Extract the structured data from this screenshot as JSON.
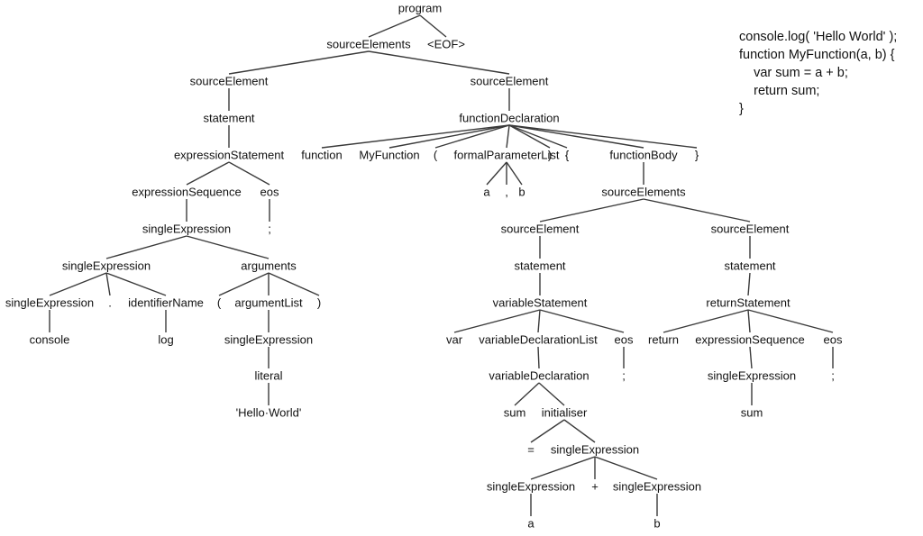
{
  "diagram": {
    "nodes": [
      {
        "id": "n1",
        "label": "program"
      },
      {
        "id": "n2",
        "label": "sourceElements"
      },
      {
        "id": "n3",
        "label": "<EOF>"
      },
      {
        "id": "n4",
        "label": "sourceElement"
      },
      {
        "id": "n5",
        "label": "sourceElement"
      },
      {
        "id": "n6",
        "label": "statement"
      },
      {
        "id": "n7",
        "label": "expressionStatement"
      },
      {
        "id": "n8",
        "label": "expressionSequence"
      },
      {
        "id": "n9",
        "label": "eos"
      },
      {
        "id": "n10",
        "label": "singleExpression"
      },
      {
        "id": "n11",
        "label": ";"
      },
      {
        "id": "n12",
        "label": "singleExpression"
      },
      {
        "id": "n13",
        "label": "arguments"
      },
      {
        "id": "n14",
        "label": "singleExpression"
      },
      {
        "id": "n15",
        "label": "."
      },
      {
        "id": "n16",
        "label": "identifierName"
      },
      {
        "id": "n17",
        "label": "console"
      },
      {
        "id": "n18",
        "label": "log"
      },
      {
        "id": "n19",
        "label": "("
      },
      {
        "id": "n20",
        "label": "argumentList"
      },
      {
        "id": "n21",
        "label": ")"
      },
      {
        "id": "n22",
        "label": "singleExpression"
      },
      {
        "id": "n23",
        "label": "literal"
      },
      {
        "id": "n24",
        "label": "'Hello·World'"
      },
      {
        "id": "n25",
        "label": "functionDeclaration"
      },
      {
        "id": "n26",
        "label": "function"
      },
      {
        "id": "n27",
        "label": "MyFunction"
      },
      {
        "id": "n28",
        "label": "("
      },
      {
        "id": "n29",
        "label": "formalParameterList"
      },
      {
        "id": "n30",
        "label": ")"
      },
      {
        "id": "n31",
        "label": "{"
      },
      {
        "id": "n32",
        "label": "functionBody"
      },
      {
        "id": "n33",
        "label": "}"
      },
      {
        "id": "n34",
        "label": "a"
      },
      {
        "id": "n35",
        "label": ","
      },
      {
        "id": "n36",
        "label": "b"
      },
      {
        "id": "n37",
        "label": "sourceElements"
      },
      {
        "id": "n38",
        "label": "sourceElement"
      },
      {
        "id": "n39",
        "label": "sourceElement"
      },
      {
        "id": "n40",
        "label": "statement"
      },
      {
        "id": "n41",
        "label": "statement"
      },
      {
        "id": "n42",
        "label": "variableStatement"
      },
      {
        "id": "n43",
        "label": "returnStatement"
      },
      {
        "id": "n44",
        "label": "var"
      },
      {
        "id": "n45",
        "label": "variableDeclarationList"
      },
      {
        "id": "n46",
        "label": "eos"
      },
      {
        "id": "n47",
        "label": "variableDeclaration"
      },
      {
        "id": "n48",
        "label": ";"
      },
      {
        "id": "n49",
        "label": "sum"
      },
      {
        "id": "n50",
        "label": "initialiser"
      },
      {
        "id": "n51",
        "label": "="
      },
      {
        "id": "n52",
        "label": "singleExpression"
      },
      {
        "id": "n53",
        "label": "singleExpression"
      },
      {
        "id": "n54",
        "label": "+"
      },
      {
        "id": "n55",
        "label": "singleExpression"
      },
      {
        "id": "n56",
        "label": "a"
      },
      {
        "id": "n57",
        "label": "b"
      },
      {
        "id": "n58",
        "label": "return"
      },
      {
        "id": "n59",
        "label": "expressionSequence"
      },
      {
        "id": "n60",
        "label": "eos"
      },
      {
        "id": "n61",
        "label": "singleExpression"
      },
      {
        "id": "n62",
        "label": ";"
      },
      {
        "id": "n63",
        "label": "sum"
      }
    ],
    "edges": [
      [
        "n1",
        "n2"
      ],
      [
        "n1",
        "n3"
      ],
      [
        "n2",
        "n4"
      ],
      [
        "n2",
        "n5"
      ],
      [
        "n4",
        "n6"
      ],
      [
        "n6",
        "n7"
      ],
      [
        "n7",
        "n8"
      ],
      [
        "n7",
        "n9"
      ],
      [
        "n8",
        "n10"
      ],
      [
        "n9",
        "n11"
      ],
      [
        "n10",
        "n12"
      ],
      [
        "n10",
        "n13"
      ],
      [
        "n12",
        "n14"
      ],
      [
        "n12",
        "n15"
      ],
      [
        "n12",
        "n16"
      ],
      [
        "n14",
        "n17"
      ],
      [
        "n16",
        "n18"
      ],
      [
        "n13",
        "n19"
      ],
      [
        "n13",
        "n20"
      ],
      [
        "n13",
        "n21"
      ],
      [
        "n20",
        "n22"
      ],
      [
        "n22",
        "n23"
      ],
      [
        "n23",
        "n24"
      ],
      [
        "n5",
        "n25"
      ],
      [
        "n25",
        "n26"
      ],
      [
        "n25",
        "n27"
      ],
      [
        "n25",
        "n28"
      ],
      [
        "n25",
        "n29"
      ],
      [
        "n25",
        "n30"
      ],
      [
        "n25",
        "n31"
      ],
      [
        "n25",
        "n32"
      ],
      [
        "n25",
        "n33"
      ],
      [
        "n29",
        "n34"
      ],
      [
        "n29",
        "n35"
      ],
      [
        "n29",
        "n36"
      ],
      [
        "n32",
        "n37"
      ],
      [
        "n37",
        "n38"
      ],
      [
        "n37",
        "n39"
      ],
      [
        "n38",
        "n40"
      ],
      [
        "n40",
        "n42"
      ],
      [
        "n42",
        "n44"
      ],
      [
        "n42",
        "n45"
      ],
      [
        "n42",
        "n46"
      ],
      [
        "n45",
        "n47"
      ],
      [
        "n46",
        "n48"
      ],
      [
        "n47",
        "n49"
      ],
      [
        "n47",
        "n50"
      ],
      [
        "n50",
        "n51"
      ],
      [
        "n50",
        "n52"
      ],
      [
        "n52",
        "n53"
      ],
      [
        "n52",
        "n54"
      ],
      [
        "n52",
        "n55"
      ],
      [
        "n53",
        "n56"
      ],
      [
        "n55",
        "n57"
      ],
      [
        "n39",
        "n41"
      ],
      [
        "n41",
        "n43"
      ],
      [
        "n43",
        "n58"
      ],
      [
        "n43",
        "n59"
      ],
      [
        "n43",
        "n60"
      ],
      [
        "n59",
        "n61"
      ],
      [
        "n60",
        "n62"
      ],
      [
        "n61",
        "n63"
      ]
    ]
  },
  "code": {
    "lines": [
      "console.log( 'Hello World' );",
      "function MyFunction(a, b) {",
      "    var sum = a + b;",
      "    return sum;",
      "}"
    ]
  }
}
